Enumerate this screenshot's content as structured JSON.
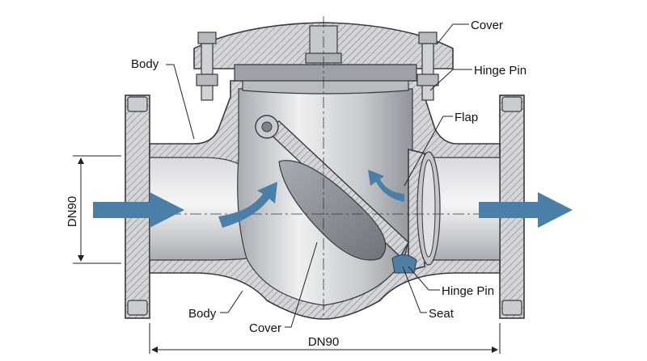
{
  "labels": {
    "cover_top": "Cover",
    "hinge_pin_top": "Hinge Pin",
    "body_top": "Body",
    "flap": "Flap",
    "hinge_pin_bottom": "Hinge Pin",
    "seat": "Seat",
    "body_bottom": "Body",
    "cover_bottom": "Cover"
  },
  "dimensions": {
    "vertical": "DN90",
    "horizontal": "DN90"
  },
  "colors": {
    "flow_arrow": "#4a7fa8",
    "metal_light": "#e6e7e9",
    "metal_mid": "#b9bcc1",
    "metal_dark": "#8c9097"
  }
}
